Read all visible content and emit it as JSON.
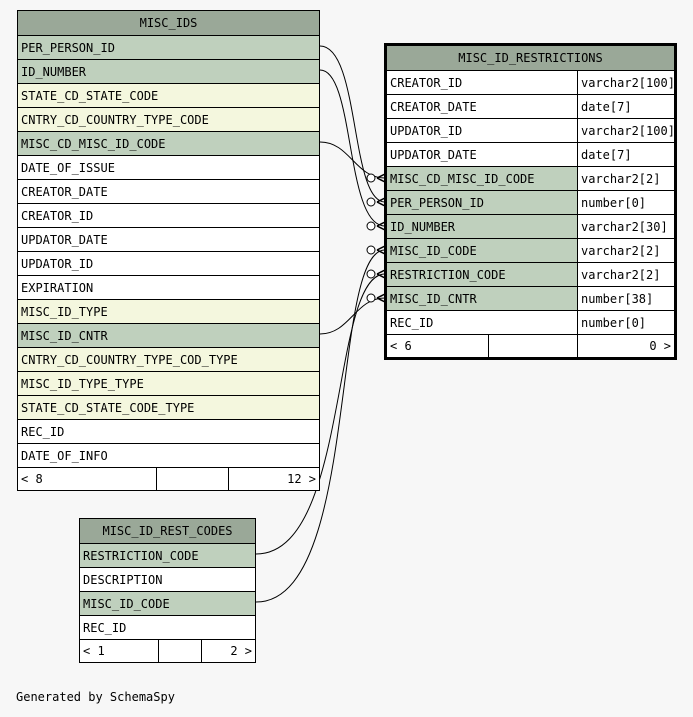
{
  "misc_ids": {
    "title": "MISC_IDS",
    "columns": [
      {
        "name": "PER_PERSON_ID",
        "kind": "pk"
      },
      {
        "name": "ID_NUMBER",
        "kind": "pk"
      },
      {
        "name": "STATE_CD_STATE_CODE",
        "kind": "fk"
      },
      {
        "name": "CNTRY_CD_COUNTRY_TYPE_CODE",
        "kind": "fk"
      },
      {
        "name": "MISC_CD_MISC_ID_CODE",
        "kind": "pk"
      },
      {
        "name": "DATE_OF_ISSUE",
        "kind": "plain"
      },
      {
        "name": "CREATOR_DATE",
        "kind": "plain"
      },
      {
        "name": "CREATOR_ID",
        "kind": "plain"
      },
      {
        "name": "UPDATOR_DATE",
        "kind": "plain"
      },
      {
        "name": "UPDATOR_ID",
        "kind": "plain"
      },
      {
        "name": "EXPIRATION",
        "kind": "plain"
      },
      {
        "name": "MISC_ID_TYPE",
        "kind": "fk"
      },
      {
        "name": "MISC_ID_CNTR",
        "kind": "pk"
      },
      {
        "name": "CNTRY_CD_COUNTRY_TYPE_COD_TYPE",
        "kind": "fk"
      },
      {
        "name": "MISC_ID_TYPE_TYPE",
        "kind": "fk"
      },
      {
        "name": "STATE_CD_STATE_CODE_TYPE",
        "kind": "fk"
      },
      {
        "name": "REC_ID",
        "kind": "plain"
      },
      {
        "name": "DATE_OF_INFO",
        "kind": "plain"
      }
    ],
    "footer_left": "< 8",
    "footer_right": "12 >"
  },
  "misc_id_restrictions": {
    "title": "MISC_ID_RESTRICTIONS",
    "columns": [
      {
        "name": "CREATOR_ID",
        "type": "varchar2[100]",
        "kind": "plain"
      },
      {
        "name": "CREATOR_DATE",
        "type": "date[7]",
        "kind": "plain"
      },
      {
        "name": "UPDATOR_ID",
        "type": "varchar2[100]",
        "kind": "plain"
      },
      {
        "name": "UPDATOR_DATE",
        "type": "date[7]",
        "kind": "plain"
      },
      {
        "name": "MISC_CD_MISC_ID_CODE",
        "type": "varchar2[2]",
        "kind": "pk"
      },
      {
        "name": "PER_PERSON_ID",
        "type": "number[0]",
        "kind": "pk"
      },
      {
        "name": "ID_NUMBER",
        "type": "varchar2[30]",
        "kind": "pk"
      },
      {
        "name": "MISC_ID_CODE",
        "type": "varchar2[2]",
        "kind": "pk"
      },
      {
        "name": "RESTRICTION_CODE",
        "type": "varchar2[2]",
        "kind": "pk"
      },
      {
        "name": "MISC_ID_CNTR",
        "type": "number[38]",
        "kind": "pk"
      },
      {
        "name": "REC_ID",
        "type": "number[0]",
        "kind": "plain"
      }
    ],
    "footer_left": "< 6",
    "footer_right": "0 >"
  },
  "misc_id_rest_codes": {
    "title": "MISC_ID_REST_CODES",
    "columns": [
      {
        "name": "RESTRICTION_CODE",
        "kind": "pk"
      },
      {
        "name": "DESCRIPTION",
        "kind": "plain"
      },
      {
        "name": "MISC_ID_CODE",
        "kind": "pk"
      },
      {
        "name": "REC_ID",
        "kind": "plain"
      }
    ],
    "footer_left": "< 1",
    "footer_right": "2 >"
  },
  "generated_by": "Generated by SchemaSpy",
  "colors": {
    "header": "#9aa898",
    "primary_key": "#bfd0bd",
    "foreign_key": "#f4f7de",
    "background": "#f7f7f7"
  }
}
